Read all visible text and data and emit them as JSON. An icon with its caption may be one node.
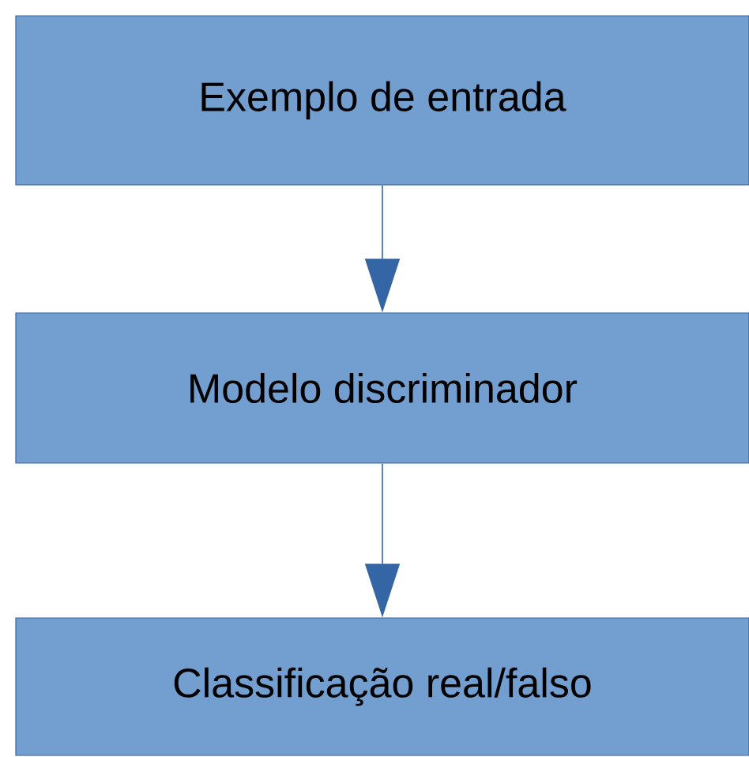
{
  "diagram": {
    "nodes": [
      {
        "text": [
          "Exemplo de entrada"
        ]
      },
      {
        "text": [
          "Modelo discriminador"
        ]
      },
      {
        "text": [
          "Classificação real/falso"
        ]
      }
    ],
    "edges": [
      {
        "from": 0,
        "to": 1,
        "arrow": "to"
      },
      {
        "from": 1,
        "to": 2,
        "arrow": "to"
      }
    ]
  }
}
